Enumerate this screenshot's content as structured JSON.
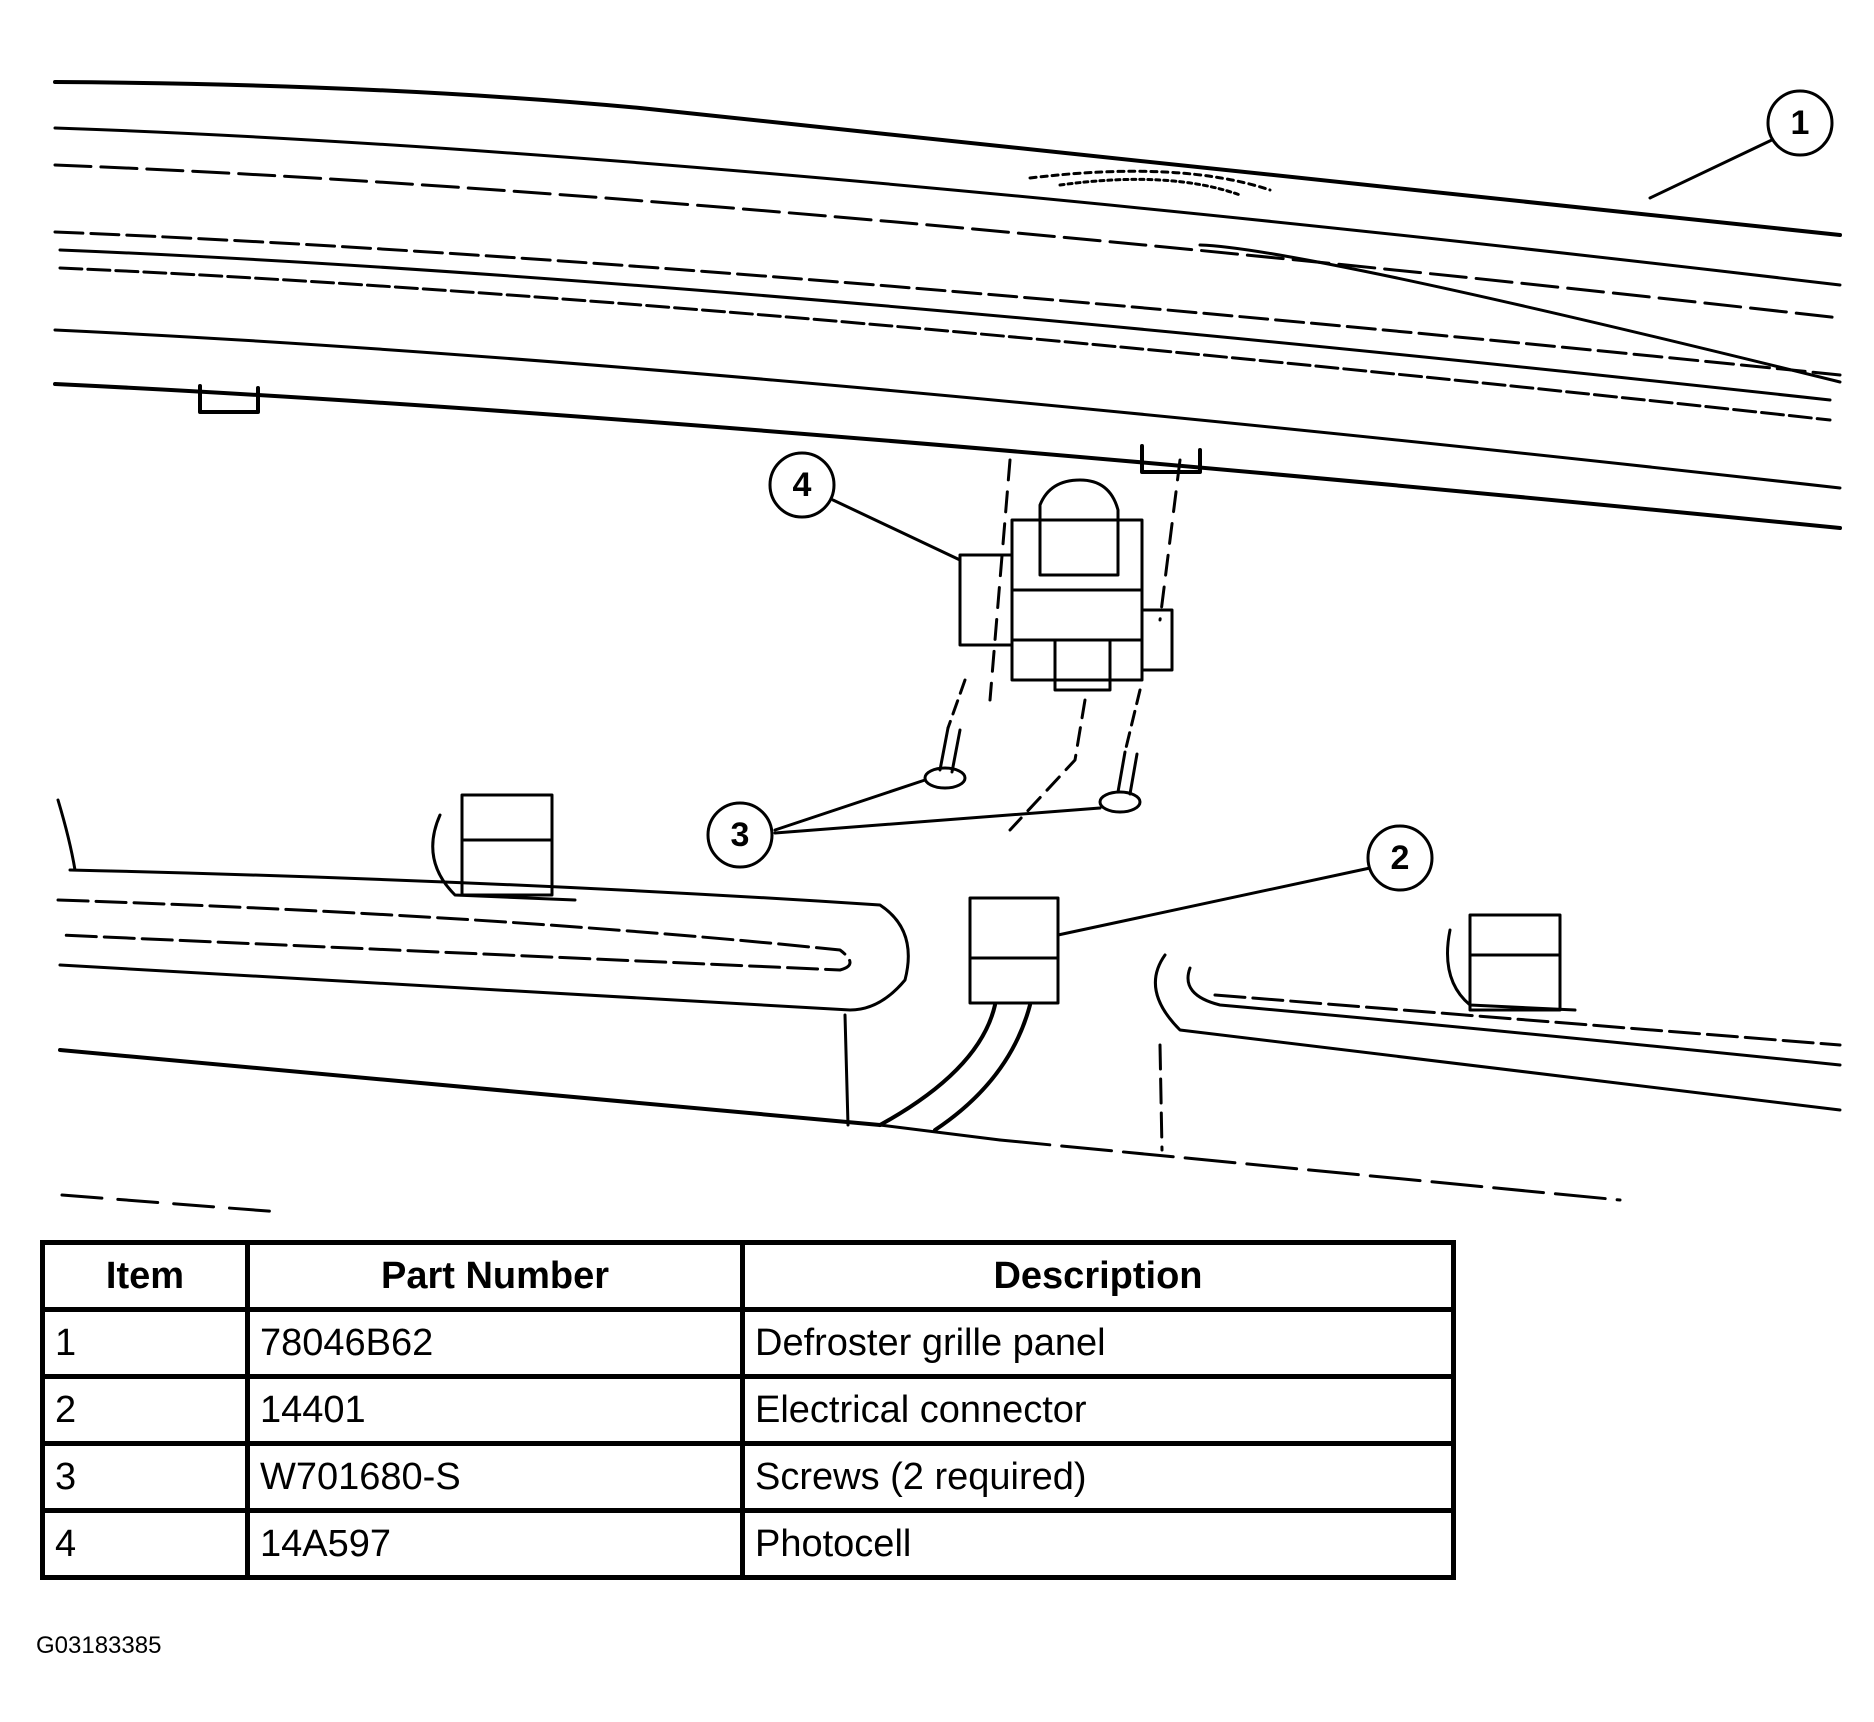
{
  "callouts": [
    "1",
    "2",
    "3",
    "4"
  ],
  "table": {
    "headers": [
      "Item",
      "Part Number",
      "Description"
    ],
    "rows": [
      {
        "item": "1",
        "part": "78046B62",
        "desc": "Defroster grille panel"
      },
      {
        "item": "2",
        "part": "14401",
        "desc": "Electrical connector"
      },
      {
        "item": "3",
        "part": "W701680-S",
        "desc": "Screws (2 required)"
      },
      {
        "item": "4",
        "part": "14A597",
        "desc": "Photocell"
      }
    ]
  },
  "figure_id": "G03183385"
}
